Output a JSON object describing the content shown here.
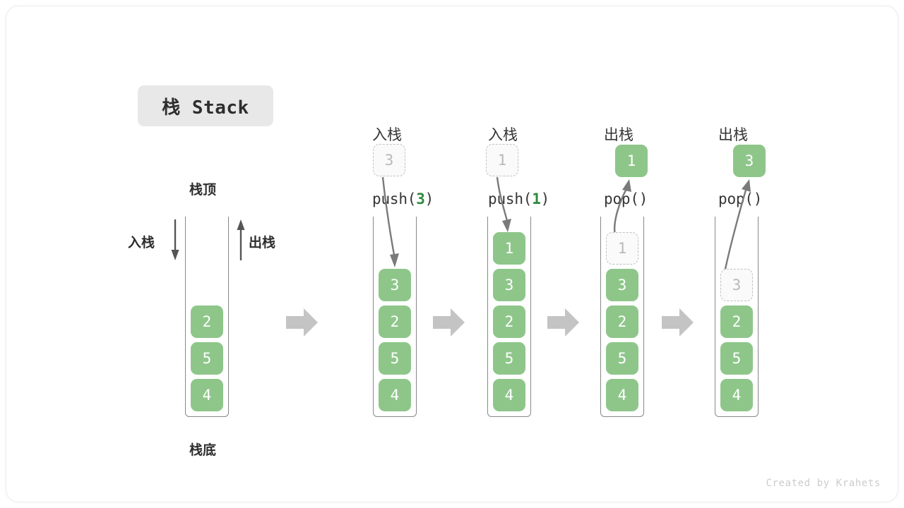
{
  "title_badge": {
    "label": "栈 Stack"
  },
  "left_diagram": {
    "top_label": "栈顶",
    "bottom_label": "栈底",
    "push_label": "入栈",
    "pop_label": "出栈",
    "cells": [
      "2",
      "5",
      "4"
    ]
  },
  "stages": [
    {
      "id": "push-3",
      "op_cjk": "入栈",
      "op_code_prefix": "push(",
      "op_code_value": "3",
      "op_code_suffix": ")",
      "floating_cell": {
        "value": "3",
        "style": "ghost"
      },
      "connector": "down-arrow",
      "cells": [
        "3",
        "2",
        "5",
        "4"
      ],
      "ghost_index": -1
    },
    {
      "id": "push-1",
      "op_cjk": "入栈",
      "op_code_prefix": "push(",
      "op_code_value": "1",
      "op_code_suffix": ")",
      "floating_cell": {
        "value": "1",
        "style": "ghost"
      },
      "connector": "down-arrow",
      "cells": [
        "1",
        "3",
        "2",
        "5",
        "4"
      ],
      "ghost_index": -1
    },
    {
      "id": "pop-1",
      "op_cjk": "出栈",
      "op_code_prefix": "pop(",
      "op_code_value": "",
      "op_code_suffix": ")",
      "floating_cell": {
        "value": "1",
        "style": "solid"
      },
      "connector": "up-arrow",
      "cells": [
        "1",
        "3",
        "2",
        "5",
        "4"
      ],
      "ghost_index": 0
    },
    {
      "id": "pop-3",
      "op_cjk": "出栈",
      "op_code_prefix": "pop(",
      "op_code_value": "",
      "op_code_suffix": ")",
      "floating_cell": {
        "value": "3",
        "style": "solid"
      },
      "connector": "up-arrow",
      "cells": [
        "3",
        "2",
        "5",
        "4"
      ],
      "ghost_index": 0
    }
  ],
  "transition_arrow": "right-block-arrow",
  "watermark": "Created by Krahets",
  "colors": {
    "cell_green": "#8ec68a",
    "accent_green": "#2f8a3f",
    "container_gray": "#888888",
    "ghost_border": "#c2c2c2",
    "block_arrow": "#c4c4c4",
    "badge_bg": "#e8e8e8"
  }
}
